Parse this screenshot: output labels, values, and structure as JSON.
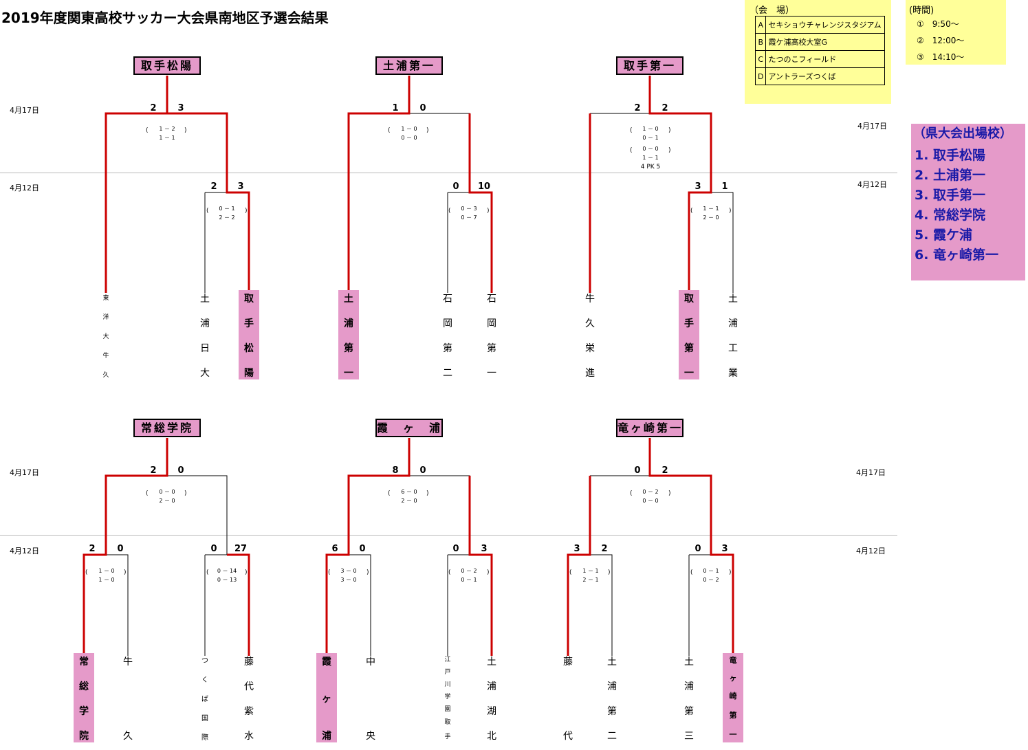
{
  "title": "2019年度関東高校サッカー大会県南地区予選会結果",
  "dates": {
    "semi": "4月17日",
    "first": "4月12日"
  },
  "venue": {
    "header": "（会　場）",
    "rows": [
      {
        "key": "A",
        "name": "セキショウチャレンジスタジアム"
      },
      {
        "key": "B",
        "name": "霞ケ浦高校大室G"
      },
      {
        "key": "C",
        "name": "たつのこフィールド"
      },
      {
        "key": "D",
        "name": "アントラーズつくば"
      }
    ]
  },
  "time": {
    "header": "(時間)",
    "slots": [
      "①　9:50～",
      "②　12:00～",
      "③　14:10～"
    ]
  },
  "qualifiers": {
    "title": "（県大会出場校）",
    "items": [
      "1. 取手松陽",
      "2. 土浦第一",
      "3. 取手第一",
      "4. 常総学院",
      "5. 霞ケ浦",
      "6. 竜ヶ崎第一"
    ]
  },
  "brackets": [
    {
      "winner": "取手松陽",
      "final": {
        "left": "2",
        "right": "3",
        "halves": [
          "1 － 2",
          "1 － 1"
        ]
      },
      "semi": {
        "left": "2",
        "right": "3",
        "halves": [
          "0 － 1",
          "2 － 2"
        ]
      },
      "teams": [
        "東洋大牛久",
        "土浦日大",
        "取手松陽"
      ]
    },
    {
      "winner": "土浦第一",
      "final": {
        "left": "1",
        "right": "0",
        "halves": [
          "1 － 0",
          "0 － 0"
        ]
      },
      "semi": {
        "left": "0",
        "right": "10",
        "halves": [
          "0 － 3",
          "0 － 7"
        ]
      },
      "teams": [
        "土浦第一",
        "石岡第二",
        "石岡第一"
      ]
    },
    {
      "winner": "取手第一",
      "final": {
        "left": "2",
        "right": "2",
        "halves": [
          "1 － 0",
          "0 － 1",
          "0 － 0",
          "1 － 1"
        ],
        "pk": "4 PK 5"
      },
      "semi": {
        "left": "3",
        "right": "1",
        "halves": [
          "1 － 1",
          "2 － 0"
        ]
      },
      "teams": [
        "牛久栄進",
        "取手第一",
        "土浦工業"
      ]
    },
    {
      "winner": "常総学院",
      "final": {
        "left": "2",
        "right": "0",
        "halves": [
          "0 － 0",
          "2 － 0"
        ]
      },
      "semiL": {
        "left": "2",
        "right": "0",
        "halves": [
          "1 － 0",
          "1 － 0"
        ]
      },
      "semiR": {
        "left": "0",
        "right": "27",
        "halves": [
          "0 － 14",
          "0 － 13"
        ]
      },
      "teams": [
        "常総学院",
        "牛久",
        "つくば国際",
        "藤代紫水"
      ]
    },
    {
      "winner": "霞　ヶ　浦",
      "final": {
        "left": "8",
        "right": "0",
        "halves": [
          "6 － 0",
          "2 － 0"
        ]
      },
      "semiL": {
        "left": "6",
        "right": "0",
        "halves": [
          "3 － 0",
          "3 － 0"
        ]
      },
      "semiR": {
        "left": "0",
        "right": "3",
        "halves": [
          "0 － 2",
          "0 － 1"
        ]
      },
      "teams": [
        "霞ヶ浦",
        "中央",
        "江戸川学園取手",
        "土浦湖北"
      ]
    },
    {
      "winner": "竜ヶ崎第一",
      "final": {
        "left": "0",
        "right": "2",
        "halves": [
          "0 － 2",
          "0 － 0"
        ]
      },
      "semiL": {
        "left": "3",
        "right": "2",
        "halves": [
          "1 － 1",
          "2 － 1"
        ]
      },
      "semiR": {
        "left": "0",
        "right": "3",
        "halves": [
          "0 － 1",
          "0 － 2"
        ]
      },
      "teams": [
        "藤代",
        "土浦第二",
        "土浦第三",
        "竜ヶ崎第一"
      ]
    }
  ],
  "colors": {
    "win_line": "#cc0000",
    "lose_line": "#000000",
    "highlight": "#e59ac9",
    "note": "#ffff99",
    "qual_text": "#1a1aa8"
  }
}
